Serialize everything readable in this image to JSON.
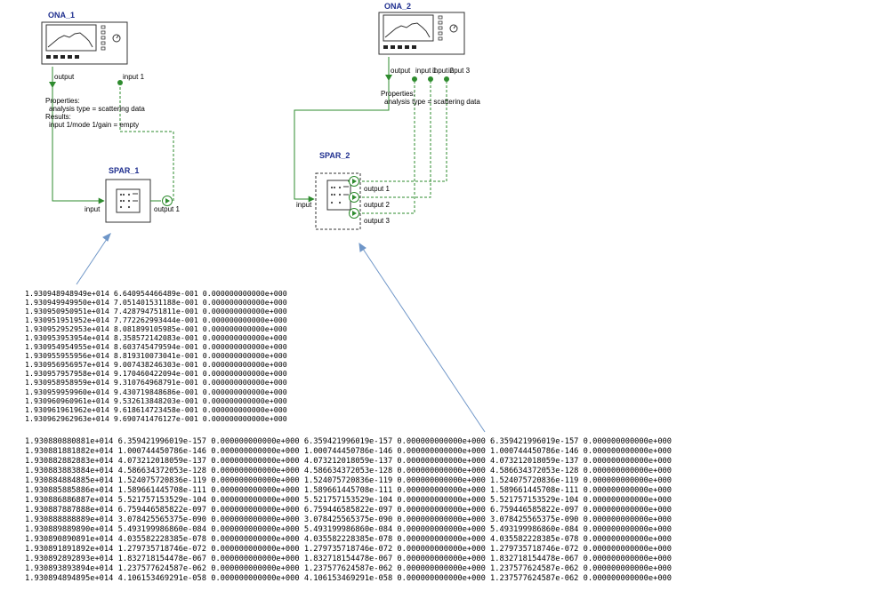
{
  "ona1": {
    "title": "ONA_1",
    "port_output": "output",
    "port_input1": "input 1",
    "properties_lines": [
      "Properties:",
      "analysis type = scattering data",
      "Results:",
      "input 1/mode 1/gain = empty"
    ]
  },
  "ona2": {
    "title": "ONA_2",
    "port_output": "output",
    "port_input1": "input 1",
    "port_input2": "input 2",
    "port_input3": "input 3",
    "properties_lines": [
      "Properties:",
      "analysis type = scattering data"
    ]
  },
  "spar1": {
    "title": "SPAR_1",
    "port_input": "input",
    "port_output1": "output 1"
  },
  "spar2": {
    "title": "SPAR_2",
    "port_input": "input",
    "port_output1": "output 1",
    "port_output2": "output 2",
    "port_output3": "output 3"
  },
  "colors": {
    "title": "#1f2f8f",
    "wire": "#2e8b2e",
    "arrow": "#6f96c8"
  },
  "table1": [
    "1.930948948949e+014 6.640954466489e-001 0.000000000000e+000",
    "1.930949949950e+014 7.051401531188e-001 0.000000000000e+000",
    "1.930950950951e+014 7.428794751811e-001 0.000000000000e+000",
    "1.930951951952e+014 7.772262993444e-001 0.000000000000e+000",
    "1.930952952953e+014 8.081899105985e-001 0.000000000000e+000",
    "1.930953953954e+014 8.358572142083e-001 0.000000000000e+000",
    "1.930954954955e+014 8.603745479594e-001 0.000000000000e+000",
    "1.930955955956e+014 8.819310073041e-001 0.000000000000e+000",
    "1.930956956957e+014 9.007438246303e-001 0.000000000000e+000",
    "1.930957957958e+014 9.170460422094e-001 0.000000000000e+000",
    "1.930958958959e+014 9.310764968791e-001 0.000000000000e+000",
    "1.930959959960e+014 9.430719848686e-001 0.000000000000e+000",
    "1.930960960961e+014 9.532613848203e-001 0.000000000000e+000",
    "1.930961961962e+014 9.618614723458e-001 0.000000000000e+000",
    "1.930962962963e+014 9.690741476127e-001 0.000000000000e+000"
  ],
  "table2": [
    "1.930880880881e+014 6.359421996019e-157 0.000000000000e+000 6.359421996019e-157 0.000000000000e+000 6.359421996019e-157 0.000000000000e+000",
    "1.930881881882e+014 1.000744450786e-146 0.000000000000e+000 1.000744450786e-146 0.000000000000e+000 1.000744450786e-146 0.000000000000e+000",
    "1.930882882883e+014 4.073212018059e-137 0.000000000000e+000 4.073212018059e-137 0.000000000000e+000 4.073212018059e-137 0.000000000000e+000",
    "1.930883883884e+014 4.586634372053e-128 0.000000000000e+000 4.586634372053e-128 0.000000000000e+000 4.586634372053e-128 0.000000000000e+000",
    "1.930884884885e+014 1.524075720836e-119 0.000000000000e+000 1.524075720836e-119 0.000000000000e+000 1.524075720836e-119 0.000000000000e+000",
    "1.930885885886e+014 1.589661445708e-111 0.000000000000e+000 1.589661445708e-111 0.000000000000e+000 1.589661445708e-111 0.000000000000e+000",
    "1.930886886887e+014 5.521757153529e-104 0.000000000000e+000 5.521757153529e-104 0.000000000000e+000 5.521757153529e-104 0.000000000000e+000",
    "1.930887887888e+014 6.759446585822e-097 0.000000000000e+000 6.759446585822e-097 0.000000000000e+000 6.759446585822e-097 0.000000000000e+000",
    "1.930888888889e+014 3.078425565375e-090 0.000000000000e+000 3.078425565375e-090 0.000000000000e+000 3.078425565375e-090 0.000000000000e+000",
    "1.930889889890e+014 5.493199986860e-084 0.000000000000e+000 5.493199986860e-084 0.000000000000e+000 5.493199986860e-084 0.000000000000e+000",
    "1.930890890891e+014 4.035582228385e-078 0.000000000000e+000 4.035582228385e-078 0.000000000000e+000 4.035582228385e-078 0.000000000000e+000",
    "1.930891891892e+014 1.279735718746e-072 0.000000000000e+000 1.279735718746e-072 0.000000000000e+000 1.279735718746e-072 0.000000000000e+000",
    "1.930892892893e+014 1.832718154478e-067 0.000000000000e+000 1.832718154478e-067 0.000000000000e+000 1.832718154478e-067 0.000000000000e+000",
    "1.930893893894e+014 1.237577624587e-062 0.000000000000e+000 1.237577624587e-062 0.000000000000e+000 1.237577624587e-062 0.000000000000e+000",
    "1.930894894895e+014 4.106153469291e-058 0.000000000000e+000 4.106153469291e-058 0.000000000000e+000 1.237577624587e-062 0.000000000000e+000"
  ]
}
